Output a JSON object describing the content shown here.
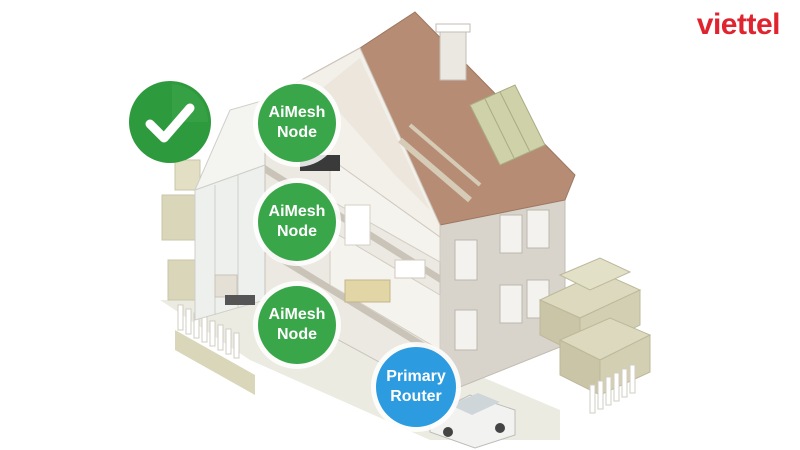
{
  "brand": {
    "logo_text": "viettel",
    "color": "#e0242f"
  },
  "check": {
    "icon": "checkmark-icon",
    "color": "#2e9a3e"
  },
  "nodes": [
    {
      "label": "AiMesh Node",
      "color": "#3aa64a"
    },
    {
      "label": "AiMesh Node",
      "color": "#3aa64a"
    },
    {
      "label": "AiMesh Node",
      "color": "#3aa64a"
    }
  ],
  "router": {
    "label": "Primary Router",
    "color": "#2d9be0"
  },
  "colors": {
    "roof": "#b68d74",
    "wall": "#e6e2dc",
    "wall_shade": "#d4cfc7",
    "interior": "#f1efe9",
    "foliage": "#d9d6ba"
  }
}
